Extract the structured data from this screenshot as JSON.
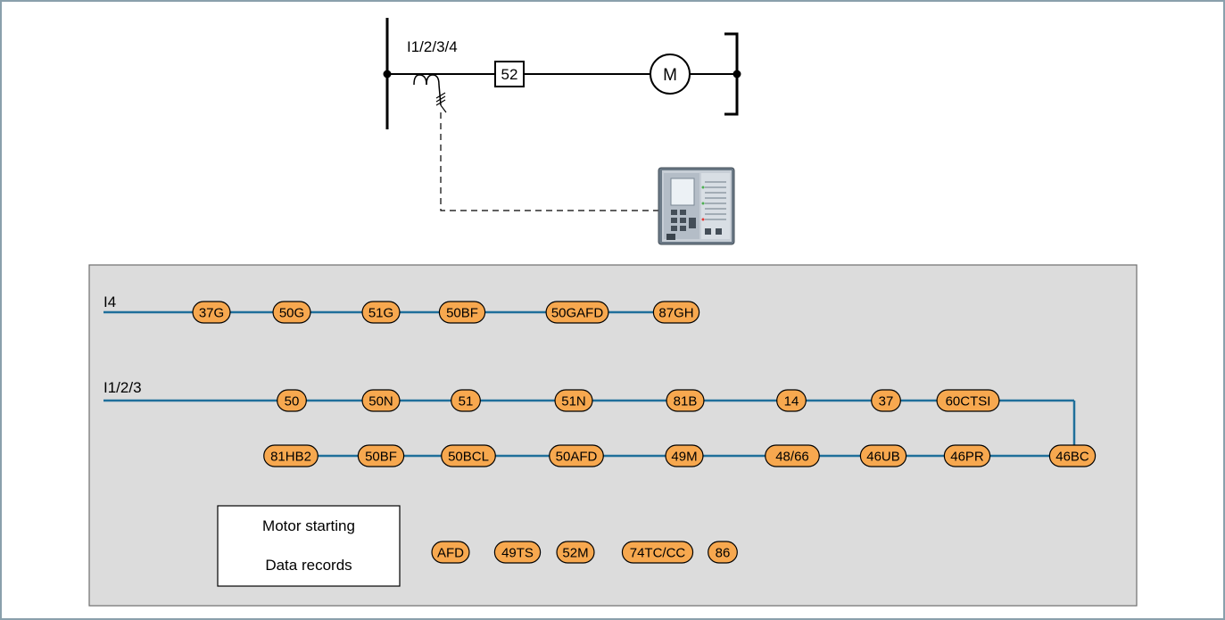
{
  "single_line": {
    "ct_label": "I1/2/3/4",
    "breaker_label": "52",
    "motor_label": "M"
  },
  "function_panel": {
    "i4_label": "I4",
    "i123_label": "I1/2/3",
    "i4_row": [
      "37G",
      "50G",
      "51G",
      "50BF",
      "50GAFD",
      "87GH"
    ],
    "i123_row1": [
      "50",
      "50N",
      "51",
      "51N",
      "81B",
      "14",
      "37",
      "60CTSI"
    ],
    "i123_row2": [
      "81HB2",
      "50BF",
      "50BCL",
      "50AFD",
      "49M",
      "48/66",
      "46UB",
      "46PR",
      "46BC"
    ],
    "misc_box": [
      "Motor starting",
      "Data records"
    ],
    "misc_row": [
      "AFD",
      "49TS",
      "52M",
      "74TC/CC",
      "86"
    ]
  },
  "colors": {
    "badge_fill": "#f7a84f",
    "signal_line": "#1f6f9a",
    "panel_bg": "#dcdcdc",
    "frame": "#8aa0ac"
  },
  "icons": {
    "relay_device": "relay-device-icon"
  }
}
